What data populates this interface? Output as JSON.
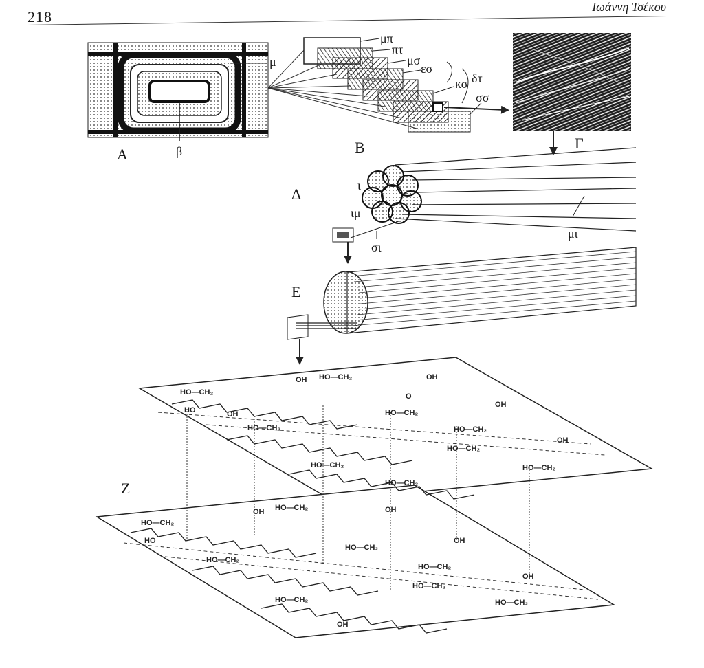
{
  "header": {
    "page_number": "218",
    "running_head": "Ιωάννη Τσέκου"
  },
  "figure": {
    "panel_labels": {
      "A": "Α",
      "B": "Β",
      "G": "Γ",
      "D": "Δ",
      "E": "Ε",
      "Z": "Ζ"
    },
    "panel_a_labels": {
      "mu": "μ",
      "beta": "β"
    },
    "panel_b_labels": {
      "mp": "μπ",
      "pt": "πτ",
      "ms": "μσ",
      "es": "εσ",
      "dt": "δτ",
      "ks": "κσ",
      "ss": "σσ"
    },
    "panel_d_labels": {
      "i": "ι",
      "im": "ιμ",
      "si": "σι",
      "mi": "μι"
    },
    "molecule": {
      "ho_ch2": "HO—CH₂",
      "oh": "OH",
      "ho": "HO",
      "o": "O"
    }
  }
}
